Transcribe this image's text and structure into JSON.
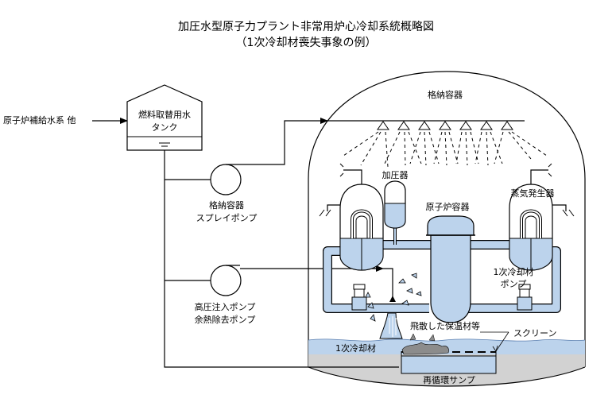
{
  "title_line1": "加圧水型原子力プラント非常用炉心冷却系統概略図",
  "title_line2": "（1次冷却材喪失事象の例）",
  "labels": {
    "containment": "格納容器",
    "makeup": "原子炉補給水系 他",
    "tank_line1": "燃料取替用水",
    "tank_line2": "タンク",
    "spray_pump_line1": "格納容器",
    "spray_pump_line2": "スプレイポンプ",
    "pressurizer": "加圧器",
    "reactor_vessel": "原子炉容器",
    "steam_generator": "蒸気発生器",
    "coolant_pump_line1": "1次冷却材",
    "coolant_pump_line2": "ポンプ",
    "hp_pump_line1": "高圧注入ポンプ",
    "hp_pump_line2": "余熱除去ポンプ",
    "debris": "飛散した保温材等",
    "screen": "スクリーン",
    "primary_coolant": "1次冷却材",
    "sump": "再循環サンプ"
  },
  "colors": {
    "equipment": "#bcd3ec",
    "water": "#bcd3ec",
    "floor": "#d2d2d2",
    "line": "#000000",
    "debris": "#8c8c8c"
  }
}
